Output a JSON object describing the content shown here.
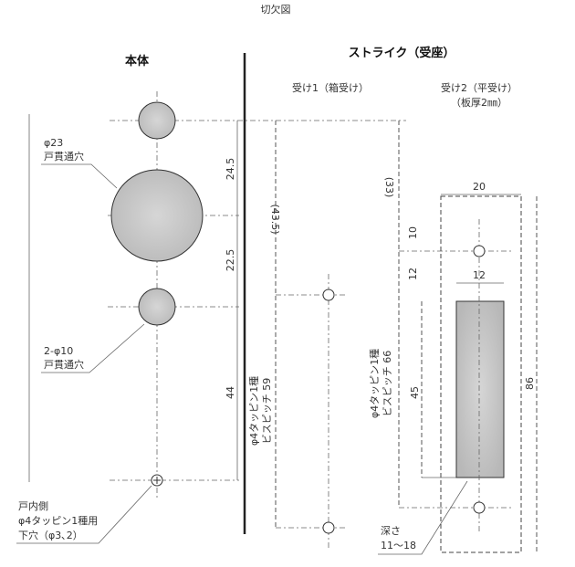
{
  "title": "切欠図",
  "body_section": {
    "heading": "本体",
    "hole_large": {
      "line1": "φ23",
      "line2": "戸貫通穴"
    },
    "hole_small": {
      "line1": "2-φ10",
      "line2": "戸貫通穴"
    },
    "pilot_hole": {
      "line1": "戸内側",
      "line2": "φ4タッピン1種用",
      "line3": "下穴（φ3､2）"
    },
    "dims": {
      "d1": "24.5",
      "d2": "22.5",
      "d3": "44"
    }
  },
  "strike_section": {
    "heading": "ストライク（受座）",
    "strike1": {
      "label": "受け1（箱受け）",
      "dim_total": "(43.5)",
      "screw_note1": "φ4タッピン1種",
      "screw_note2": "ビスピッチ 59"
    },
    "strike2": {
      "label": "受け2（平受け）",
      "sublabel": "（板厚2㎜）",
      "dim_offset": "(33)",
      "dim_top": "10",
      "dim_gap": "12",
      "dim_height": "45",
      "dim_width_outer": "20",
      "dim_width_inner": "12",
      "dim_total": "86",
      "screw_note1": "φ4タッピン1種",
      "screw_note2": "ビスピッチ 66",
      "depth_label": "深さ",
      "depth_value": "11～18"
    }
  }
}
